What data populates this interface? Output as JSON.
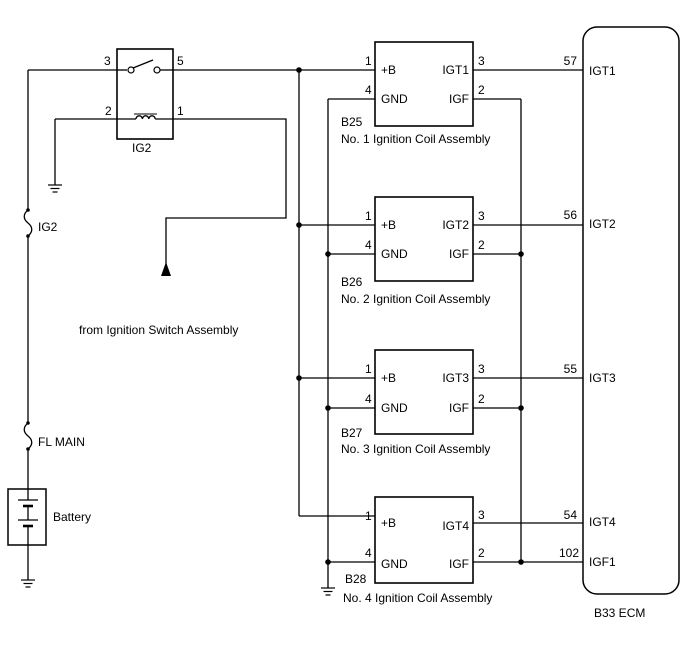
{
  "relay": {
    "label": "IG2",
    "pins": {
      "p3": "3",
      "p5": "5",
      "p2": "2",
      "p1": "1"
    }
  },
  "fuses": {
    "ig2": "IG2",
    "fl_main": "FL MAIN"
  },
  "battery": {
    "label": "Battery"
  },
  "from_switch": "from Ignition Switch Assembly",
  "coils": [
    {
      "id": "B25",
      "name": "No. 1 Ignition Coil Assembly",
      "pin_b": "+B",
      "pin_gnd": "GND",
      "pin_igt": "IGT1",
      "pin_igf": "IGF",
      "n_b": "1",
      "n_gnd": "4",
      "n_igt": "3",
      "n_igf": "2"
    },
    {
      "id": "B26",
      "name": "No. 2 Ignition Coil Assembly",
      "pin_b": "+B",
      "pin_gnd": "GND",
      "pin_igt": "IGT2",
      "pin_igf": "IGF",
      "n_b": "1",
      "n_gnd": "4",
      "n_igt": "3",
      "n_igf": "2"
    },
    {
      "id": "B27",
      "name": "No. 3 Ignition Coil Assembly",
      "pin_b": "+B",
      "pin_gnd": "GND",
      "pin_igt": "IGT3",
      "pin_igf": "IGF",
      "n_b": "1",
      "n_gnd": "4",
      "n_igt": "3",
      "n_igf": "2"
    },
    {
      "id": "B28",
      "name": "No. 4 Ignition Coil Assembly",
      "pin_b": "+B",
      "pin_gnd": "GND",
      "pin_igt": "IGT4",
      "pin_igf": "IGF",
      "n_b": "1",
      "n_gnd": "4",
      "n_igt": "3",
      "n_igf": "2"
    }
  ],
  "ecm": {
    "label": "B33 ECM",
    "pins": [
      {
        "num": "57",
        "name": "IGT1"
      },
      {
        "num": "56",
        "name": "IGT2"
      },
      {
        "num": "55",
        "name": "IGT3"
      },
      {
        "num": "54",
        "name": "IGT4"
      },
      {
        "num": "102",
        "name": "IGF1"
      }
    ]
  }
}
